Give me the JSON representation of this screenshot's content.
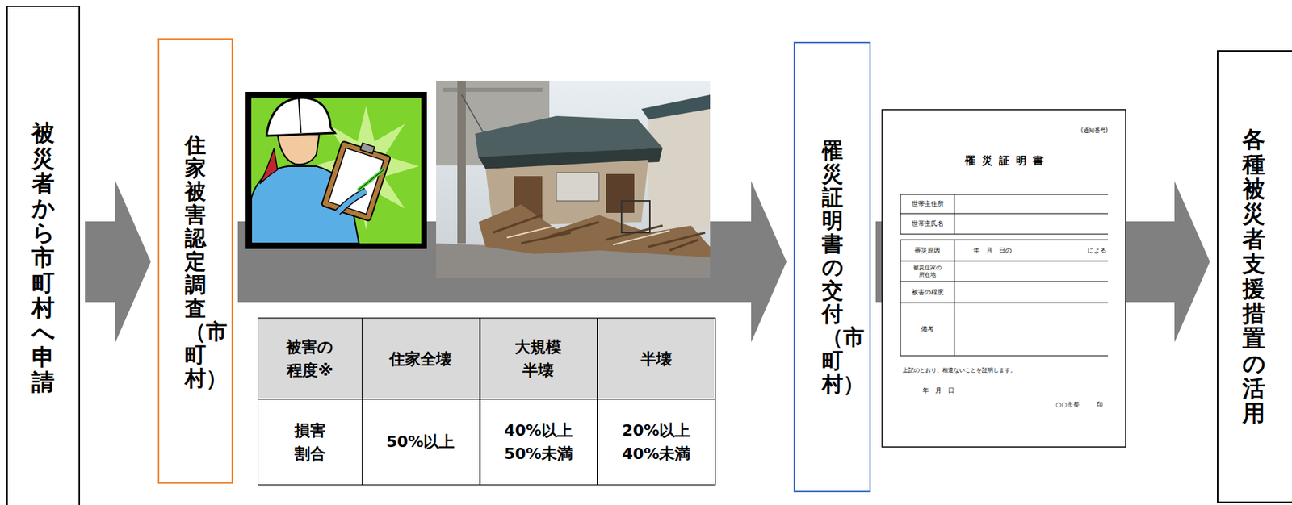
{
  "diagram": {
    "nodes": [
      {
        "text": [
          "被災者から市町村へ申請"
        ]
      },
      {
        "text": [
          "住家被害認定調査（市町村）"
        ]
      },
      {
        "text": [
          "罹災証明書の交付（市町村）"
        ]
      },
      {
        "text": [
          "各種被災者支援措置の活用"
        ]
      }
    ],
    "edges": [
      {
        "from": 0,
        "to": 1,
        "arrow": "to"
      },
      {
        "from": 1,
        "to": 2,
        "arrow": "to"
      },
      {
        "from": 2,
        "to": 3,
        "arrow": "to"
      }
    ],
    "labels": [
      "被害の程度※",
      "住家全壊",
      "大規模半壊",
      "半壊",
      "損害割合",
      "50%以上",
      "40%以上 50%未満",
      "20%以上 40%未満",
      "(通知番号)",
      "罹災証明書",
      "世帯主住所",
      "世帯主氏名",
      "罹災原因",
      "年　月　日の",
      "による",
      "被災住家の所在地",
      "被害の程度",
      "備考",
      "上記のとおり、相違ないことを証明します。",
      "年　月　日",
      "○○市長",
      "印"
    ]
  }
}
